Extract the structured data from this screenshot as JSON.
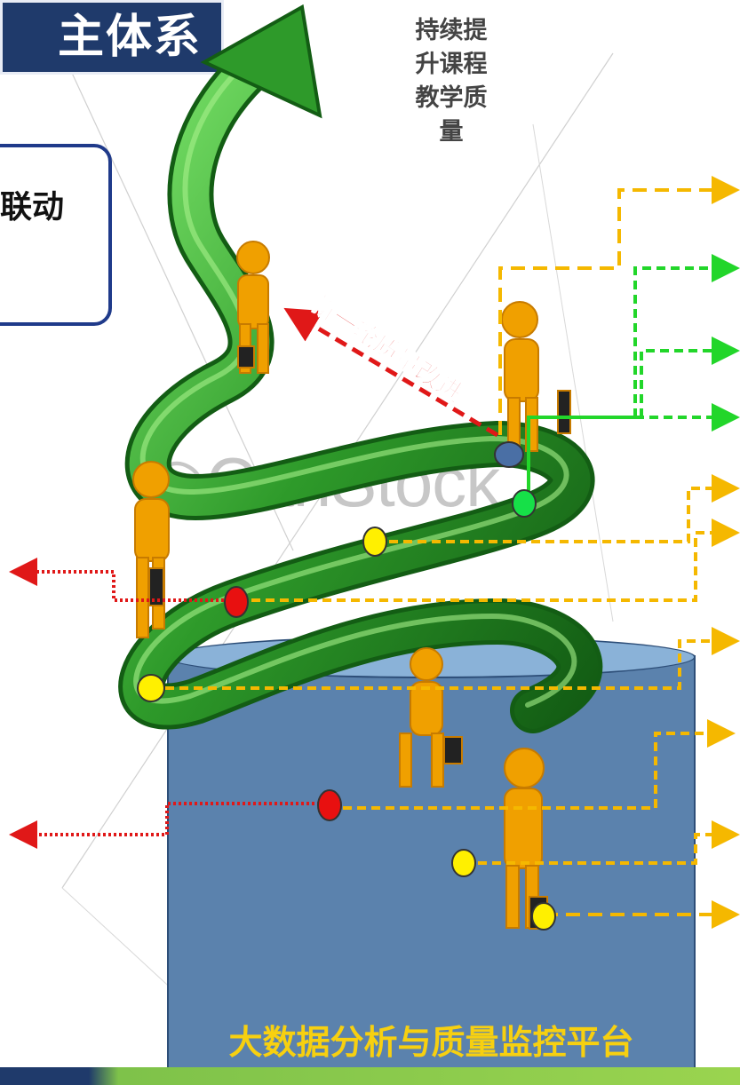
{
  "header": {
    "title_fragment": "主体系"
  },
  "left_box": {
    "text_fragment": "联动"
  },
  "goal": {
    "lines": [
      "持续提",
      "升课程",
      "教学质",
      "量"
    ]
  },
  "improvement_label": "新一轮质量改进",
  "watermark": "CanStock",
  "platform": {
    "label": "大数据分析与质量监控平台"
  },
  "colors": {
    "spiral": "#2e9a2a",
    "arrow_orange": "#f5b800",
    "arrow_green": "#22d62a",
    "arrow_red": "#e01818",
    "platform": "#5b82ad",
    "platform_text": "#f7d010",
    "banner": "#1f3a6b"
  }
}
